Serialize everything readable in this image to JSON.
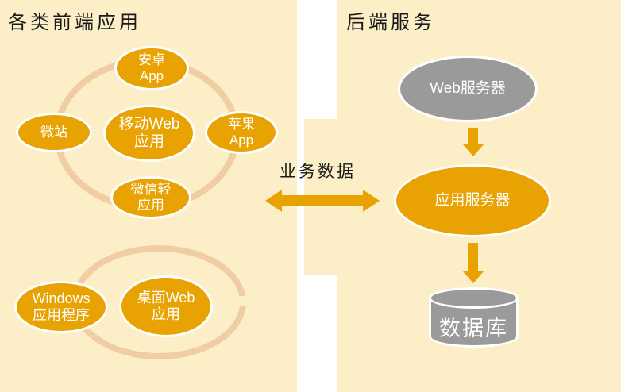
{
  "frontend_panel": {
    "title": "各类前端应用",
    "nodes": {
      "android": {
        "label": "安卓\nApp"
      },
      "weizhan": {
        "label": "微站"
      },
      "mobile_web": {
        "label": "移动Web\n应用"
      },
      "apple": {
        "label": "苹果\nApp"
      },
      "wechat_light": {
        "label": "微信轻\n应用"
      },
      "windows": {
        "label": "Windows\n应用程序"
      },
      "desktop_web": {
        "label": "桌面Web\n应用"
      }
    }
  },
  "connector": {
    "label": "业务数据"
  },
  "backend_panel": {
    "title": "后端服务",
    "nodes": {
      "web_server": {
        "label": "Web服务器"
      },
      "app_server": {
        "label": "应用服务器"
      },
      "database": {
        "label": "数据库"
      }
    }
  },
  "colors": {
    "panel_background": "#FCEEC6",
    "accent_orange": "#E8A202",
    "ring_tan": "#F0CDA2",
    "node_gray": "#9A9A9A",
    "node_border_white": "#FFFFFF",
    "title_text": "#1A1A1A",
    "node_text": "#FFFFFF"
  }
}
